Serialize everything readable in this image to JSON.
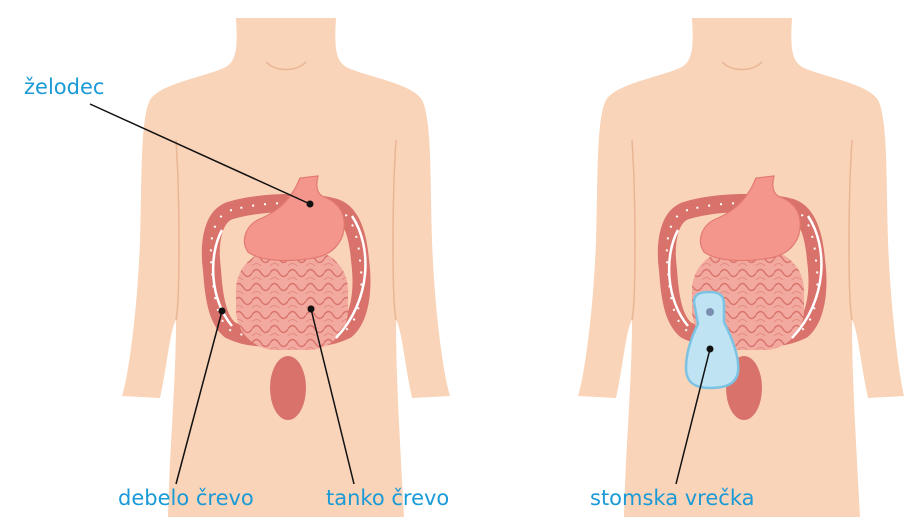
{
  "labels": {
    "stomach": "želodec",
    "large_intestine": "debelo črevo",
    "small_intestine": "tanko črevo",
    "stoma_bag": "stomska vrečka"
  },
  "colors": {
    "skin": "#f9d4b8",
    "skin_shadow": "#e8b595",
    "stomach": "#f4968c",
    "intestine": "#ef9a8f",
    "colon": "#d9726a",
    "outline_white": "#ffffff",
    "bag": "#bfe3f3",
    "bag_outline": "#7cc3e3",
    "label": "#1a9ad6",
    "leader": "#111111"
  }
}
